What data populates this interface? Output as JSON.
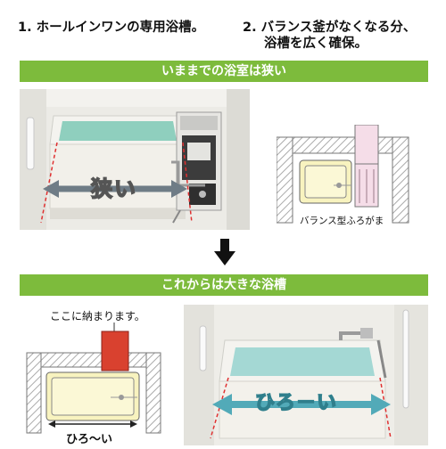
{
  "top": {
    "item1": "1. ホールインワンの専用浴槽。",
    "item2_line1": "2. バランス釜がなくなる分、",
    "item2_line2": "浴槽を広く確保。"
  },
  "section1": {
    "title": "いままでの浴室は狭い",
    "photo_label": "狭い",
    "diagram_label": "バランス型ふろがま"
  },
  "section2": {
    "title": "これからは大きな浴槽",
    "callout": "ここに納まります。",
    "diagram_label": "ひろ～い",
    "photo_label": "ひろ－い"
  },
  "colors": {
    "green_bar": "#7dbb3c",
    "arrow_gray": "#6f7c86",
    "arrow_teal": "#52aab8",
    "bath_yellow": "#f8f3bf",
    "boiler_red": "#d9412f",
    "boiler_pink": "#f5dde8",
    "hatch": "#aaaaaa",
    "dash_red": "#e03030"
  }
}
